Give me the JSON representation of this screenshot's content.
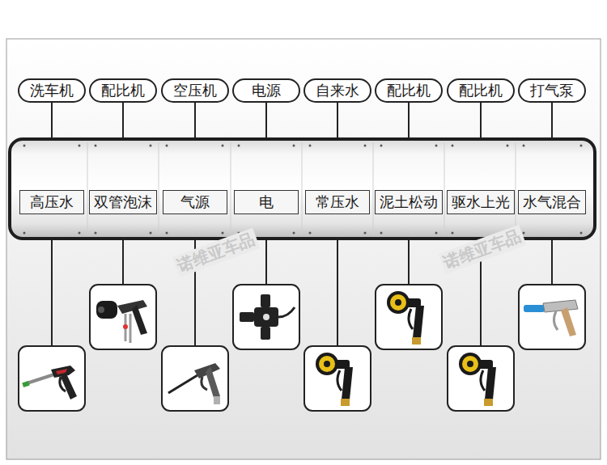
{
  "diagram": {
    "nodes": [
      {
        "text": [
          "洗车机"
        ]
      },
      {
        "text": [
          "配比机"
        ]
      },
      {
        "text": [
          "空压机"
        ]
      },
      {
        "text": [
          "电源"
        ]
      },
      {
        "text": [
          "自来水"
        ]
      },
      {
        "text": [
          "配比机"
        ]
      },
      {
        "text": [
          "配比机"
        ]
      },
      {
        "text": [
          "打气泵"
        ]
      },
      {
        "text": [
          "高压水"
        ]
      },
      {
        "text": [
          "双管泡沫"
        ]
      },
      {
        "text": [
          "气源"
        ]
      },
      {
        "text": [
          "电"
        ]
      },
      {
        "text": [
          "常压水"
        ]
      },
      {
        "text": [
          "泥土松动"
        ]
      },
      {
        "text": [
          "驱水上光"
        ]
      },
      {
        "text": [
          "水气混合"
        ]
      }
    ],
    "edges": [
      {
        "from": 0,
        "to": 8,
        "arrow": "none"
      },
      {
        "from": 1,
        "to": 9,
        "arrow": "none"
      },
      {
        "from": 2,
        "to": 10,
        "arrow": "none"
      },
      {
        "from": 3,
        "to": 11,
        "arrow": "none"
      },
      {
        "from": 4,
        "to": 12,
        "arrow": "none"
      },
      {
        "from": 5,
        "to": 13,
        "arrow": "none"
      },
      {
        "from": 6,
        "to": 14,
        "arrow": "none"
      },
      {
        "from": 7,
        "to": 15,
        "arrow": "none"
      }
    ],
    "labels": [
      "诺维亚车品",
      "诺维亚车品"
    ]
  }
}
